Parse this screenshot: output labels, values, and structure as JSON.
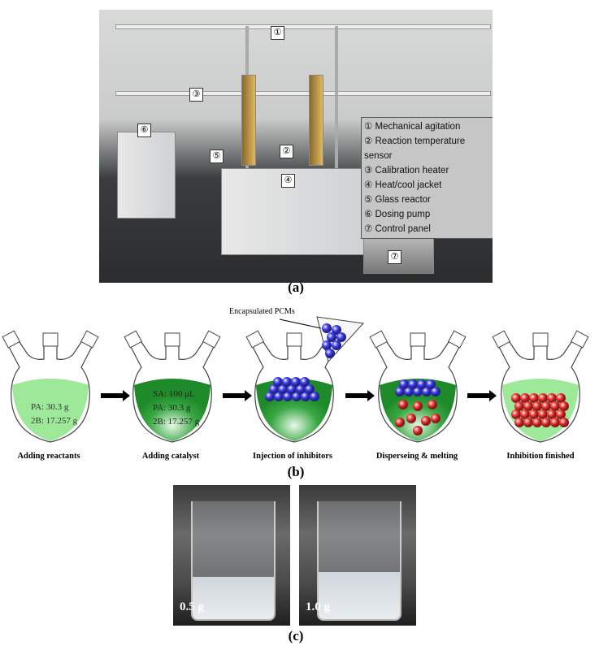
{
  "panel_a": {
    "label": "(a)",
    "markers": [
      "①",
      "②",
      "③",
      "④",
      "⑤",
      "⑥",
      "⑦"
    ],
    "legend": [
      "① Mechanical agitation",
      "② Reaction temperature sensor",
      "③ Calibration heater",
      "④ Heat/cool jacket",
      "⑤ Glass reactor",
      "⑥ Dosing pump",
      "⑦ Control panel"
    ]
  },
  "panel_b": {
    "label": "(b)",
    "funnel_label": "Encapsulated PCMs",
    "steps": [
      {
        "caption": "Adding reactants",
        "lines": [
          "PA: 30.3 g",
          "2B: 17.257 g"
        ]
      },
      {
        "caption": "Adding catalyst",
        "lines": [
          "SA: 100 μL",
          "PA: 30.3 g",
          "2B: 17.257 g"
        ]
      },
      {
        "caption": "Injection of inhibitors",
        "lines": []
      },
      {
        "caption": "Disperseing & melting",
        "lines": []
      },
      {
        "caption": "Inhibition finished",
        "lines": []
      }
    ],
    "colors": {
      "light_green": "#9ee89a",
      "dark_green": "#1f8a2a",
      "blue": "#4a4aff",
      "red": "#ff4040"
    }
  },
  "panel_c": {
    "label": "(c)",
    "samples": [
      "0.5 g",
      "1.0 g"
    ]
  }
}
